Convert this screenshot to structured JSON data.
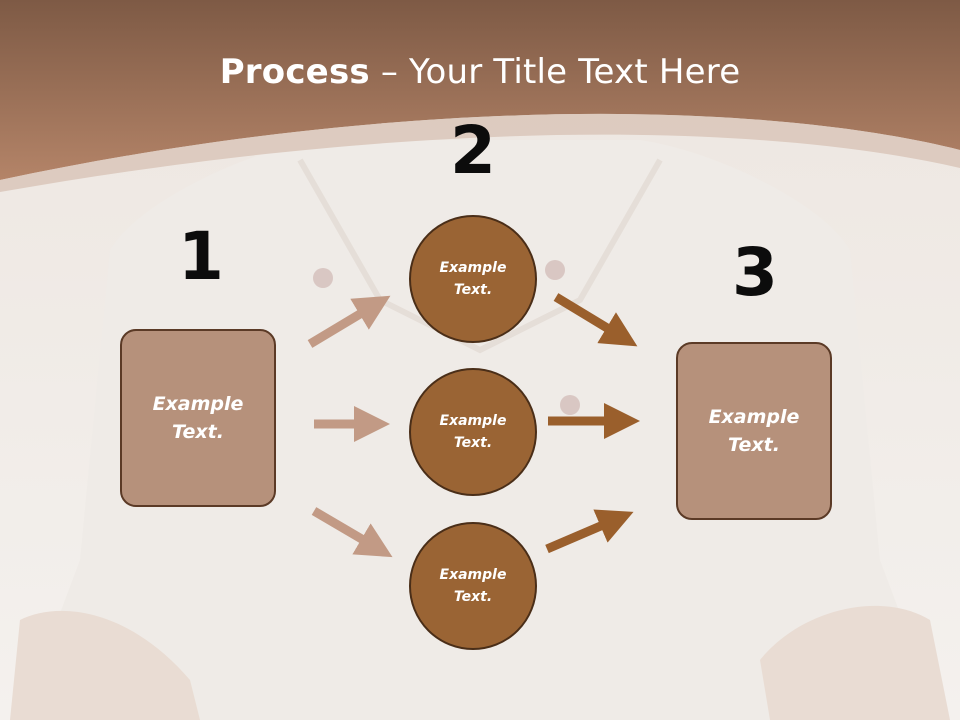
{
  "title": {
    "bold": "Process",
    "rest": " – Your Title Text Here"
  },
  "steps": [
    {
      "number": "1",
      "text": "Example Text."
    },
    {
      "number": "2",
      "text": ""
    },
    {
      "number": "3",
      "text": "Example Text."
    }
  ],
  "circles": [
    {
      "text": "Example Text."
    },
    {
      "text": "Example Text."
    },
    {
      "text": "Example Text."
    }
  ],
  "colors": {
    "header": "#9a6a50",
    "box_fill": "#b6917b",
    "circle_fill": "#9a6434",
    "arrow_light": "#c29a85",
    "arrow_dark": "#9a5f2c"
  }
}
